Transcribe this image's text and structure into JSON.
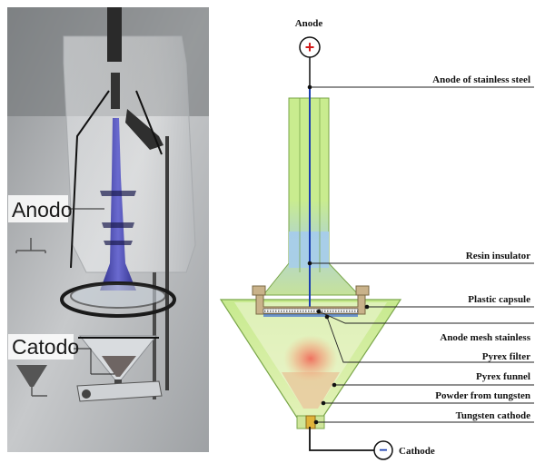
{
  "photo": {
    "anode_label": "Anodo",
    "cathode_label": "Catodo"
  },
  "diagram": {
    "anode_title": "Anode",
    "anode_symbol": "+",
    "cathode_symbol": "−",
    "cathode_title": "Cathode",
    "labels": [
      "Anode of stainless steel",
      "Resin insulator",
      "Plastic capsule",
      "Anode mesh stainless",
      "Pyrex filter",
      "Pyrex funnel",
      "Powder from tungsten",
      "Tungsten cathode"
    ]
  },
  "colors": {
    "insulator_green": "#c9ec8f",
    "resin_blue": "#a9cfe6",
    "funnel_green": "#b9e680",
    "capsule_tan": "#c9b28a",
    "hotspot_red": "#f08a6a",
    "anode_red": "#d21a1a",
    "cathode_blue": "#1a3fb0"
  }
}
